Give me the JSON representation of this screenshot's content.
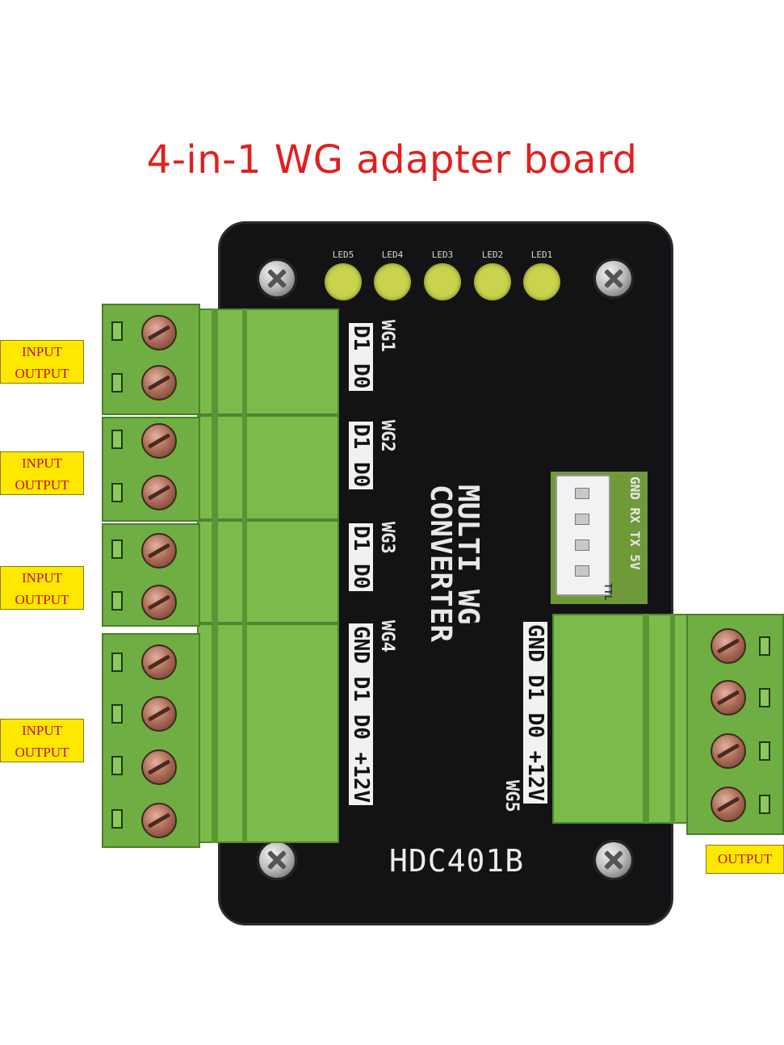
{
  "title": "4-in-1 WG  adapter board",
  "board": {
    "model": "HDC401B",
    "product_name": [
      "MULTI WG",
      "CONVERTER"
    ],
    "leds": [
      "LED5",
      "LED4",
      "LED3",
      "LED2",
      "LED1"
    ],
    "led_color": "#c9d34d",
    "ports": [
      {
        "name": "WG1",
        "pins": "D1 D0"
      },
      {
        "name": "WG2",
        "pins": "D1 D0"
      },
      {
        "name": "WG3",
        "pins": "D1 D0"
      },
      {
        "name": "WG4",
        "pins": "GND D1 D0 +12V"
      },
      {
        "name": "WG5",
        "pins": "GND D1 D0 +12V"
      }
    ],
    "ttl_connector": {
      "label": "TTL",
      "pins": "GND RX TX 5V"
    }
  },
  "tags": [
    {
      "line1": "INPUT",
      "line2": "OUTPUT"
    },
    {
      "line1": "INPUT",
      "line2": "OUTPUT"
    },
    {
      "line1": "INPUT",
      "line2": "OUTPUT"
    },
    {
      "line1": "INPUT",
      "line2": "OUTPUT"
    },
    {
      "line1": "OUTPUT"
    }
  ],
  "colors": {
    "title": "#e02020",
    "tag_background": "#ffe800",
    "tag_text": "#c01010",
    "terminal_green": "#6fae43",
    "board": "#131315"
  }
}
